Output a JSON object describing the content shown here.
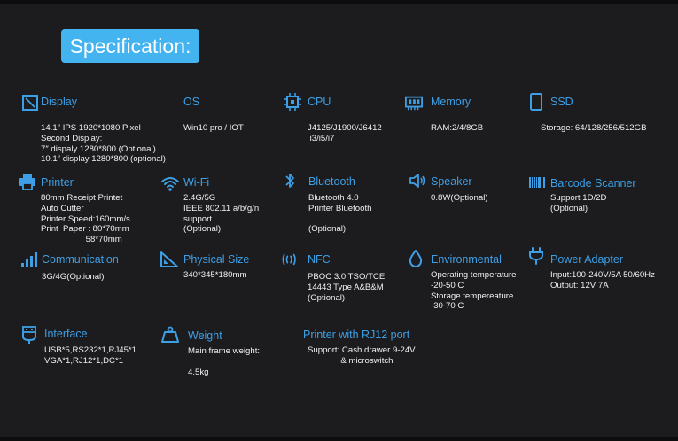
{
  "title": "Specification:",
  "colors": {
    "accent": "#3d9fe6",
    "title_bg": "#44b4f0",
    "background": "#1c1c1e"
  },
  "specs": [
    {
      "icon": "display-icon",
      "heading": "Display",
      "body": "14.1″ IPS 1920*1080 Pixel\nSecond Display:\n7″ dispaly 1280*800 (Optional)\n10.1″ display 1280*800 (optional)"
    },
    {
      "icon": "",
      "heading": "OS",
      "body": "Win10 pro / IOT"
    },
    {
      "icon": "cpu-icon",
      "heading": "CPU",
      "body": "J4125/J1900/J6412\n i3/i5/i7"
    },
    {
      "icon": "memory-icon",
      "heading": "Memory",
      "body": "RAM:2/4/8GB"
    },
    {
      "icon": "ssd-icon",
      "heading": "SSD",
      "body": "Storage: 64/128/256/512GB"
    },
    {
      "icon": "printer-icon",
      "heading": "Printer",
      "body": "80mm Receipt Printet\nAuto Cutter\nPrinter Speed:160mm/s\nPrint  Paper : 80*70mm\n                   58*70mm"
    },
    {
      "icon": "wifi-icon",
      "heading": "Wi-Fi",
      "body": "2.4G/5G\nIEEE 802.11 a/b/g/n\nsupport\n(Optional)"
    },
    {
      "icon": "bluetooth-icon",
      "heading": "Bluetooth",
      "body": "Bluetooth 4.0\nPrinter Bluetooth\n\n(Optional)"
    },
    {
      "icon": "speaker-icon",
      "heading": "Speaker",
      "body": "0.8W(Optional)"
    },
    {
      "icon": "barcode-icon",
      "heading": "Barcode Scanner",
      "body": "Support 1D/2D\n(Optional)"
    },
    {
      "icon": "signal-icon",
      "heading": "Communication",
      "body": "3G/4G(Optional)"
    },
    {
      "icon": "ruler-icon",
      "heading": "Physical Size",
      "body": "340*345*180mm"
    },
    {
      "icon": "nfc-icon",
      "heading": "NFC",
      "body": "PBOC 3.0 TSO/TCE\n14443 Type A&B&M\n(Optional)"
    },
    {
      "icon": "drop-icon",
      "heading": "Environmental",
      "body": "Operating temperature\n-20-50 C\nStorage tempereature\n-30-70 C"
    },
    {
      "icon": "plug-icon",
      "heading": "Power Adapter",
      "body": "Input:100-240V/5A 50/60Hz\nOutput: 12V 7A"
    },
    {
      "icon": "usb-icon",
      "heading": "Interface",
      "body": "USB*5,RS232*1,RJ45*1\nVGA*1,RJ12*1,DC*1"
    },
    {
      "icon": "weight-icon",
      "heading": "Weight",
      "body": "Main frame weight:\n\n4.5kg"
    },
    {
      "icon": "",
      "heading": "Printer with RJ12  port",
      "body": "Support: Cash drawer 9-24V\n              & microswitch"
    }
  ]
}
